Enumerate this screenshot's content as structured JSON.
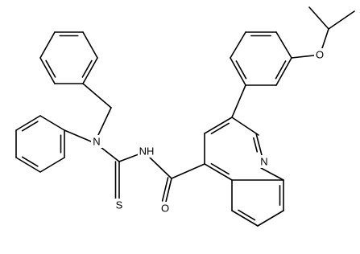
{
  "molecule": {
    "atom_labels": {
      "n_amine": "N",
      "n_amide": "NH",
      "n_quinoline": "N",
      "s_thio": "S",
      "o_carbonyl": "O",
      "o_ether": "O"
    },
    "colors": {
      "bond": "#000000",
      "label": "#000000",
      "background": "#ffffff"
    }
  }
}
